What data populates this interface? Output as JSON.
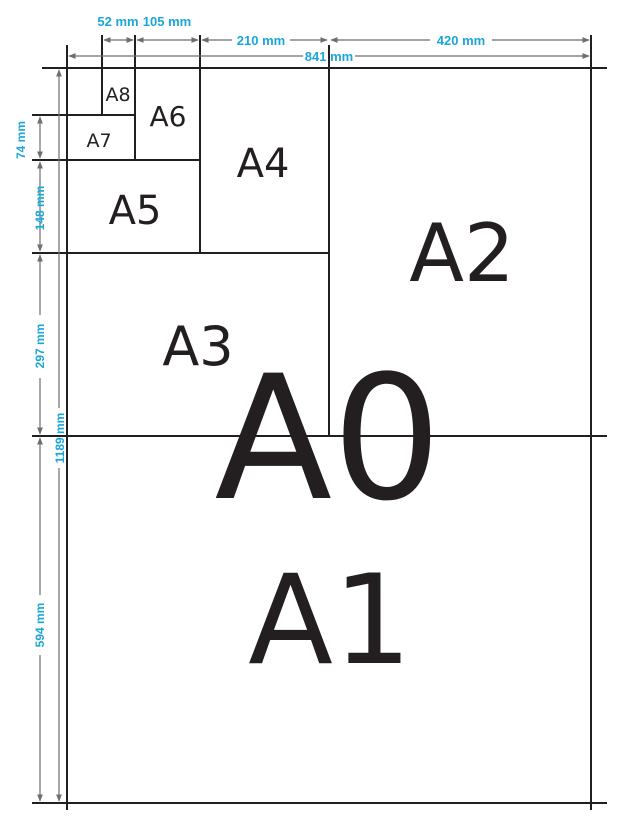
{
  "sheets": {
    "a0": "A0",
    "a1": "A1",
    "a2": "A2",
    "a3": "A3",
    "a4": "A4",
    "a5": "A5",
    "a6": "A6",
    "a7": "A7",
    "a8": "A8"
  },
  "dimensions": {
    "w52": "52 mm",
    "w105": "105 mm",
    "w210": "210 mm",
    "w420": "420 mm",
    "w841": "841 mm",
    "h74": "74 mm",
    "h148": "148 mm",
    "h297": "297 mm",
    "h594": "594 mm",
    "h1189": "1189 mm"
  },
  "colors": {
    "line": "#231f20",
    "dimension_text": "#1aa7d8",
    "dimension_line": "#6d6e71"
  }
}
